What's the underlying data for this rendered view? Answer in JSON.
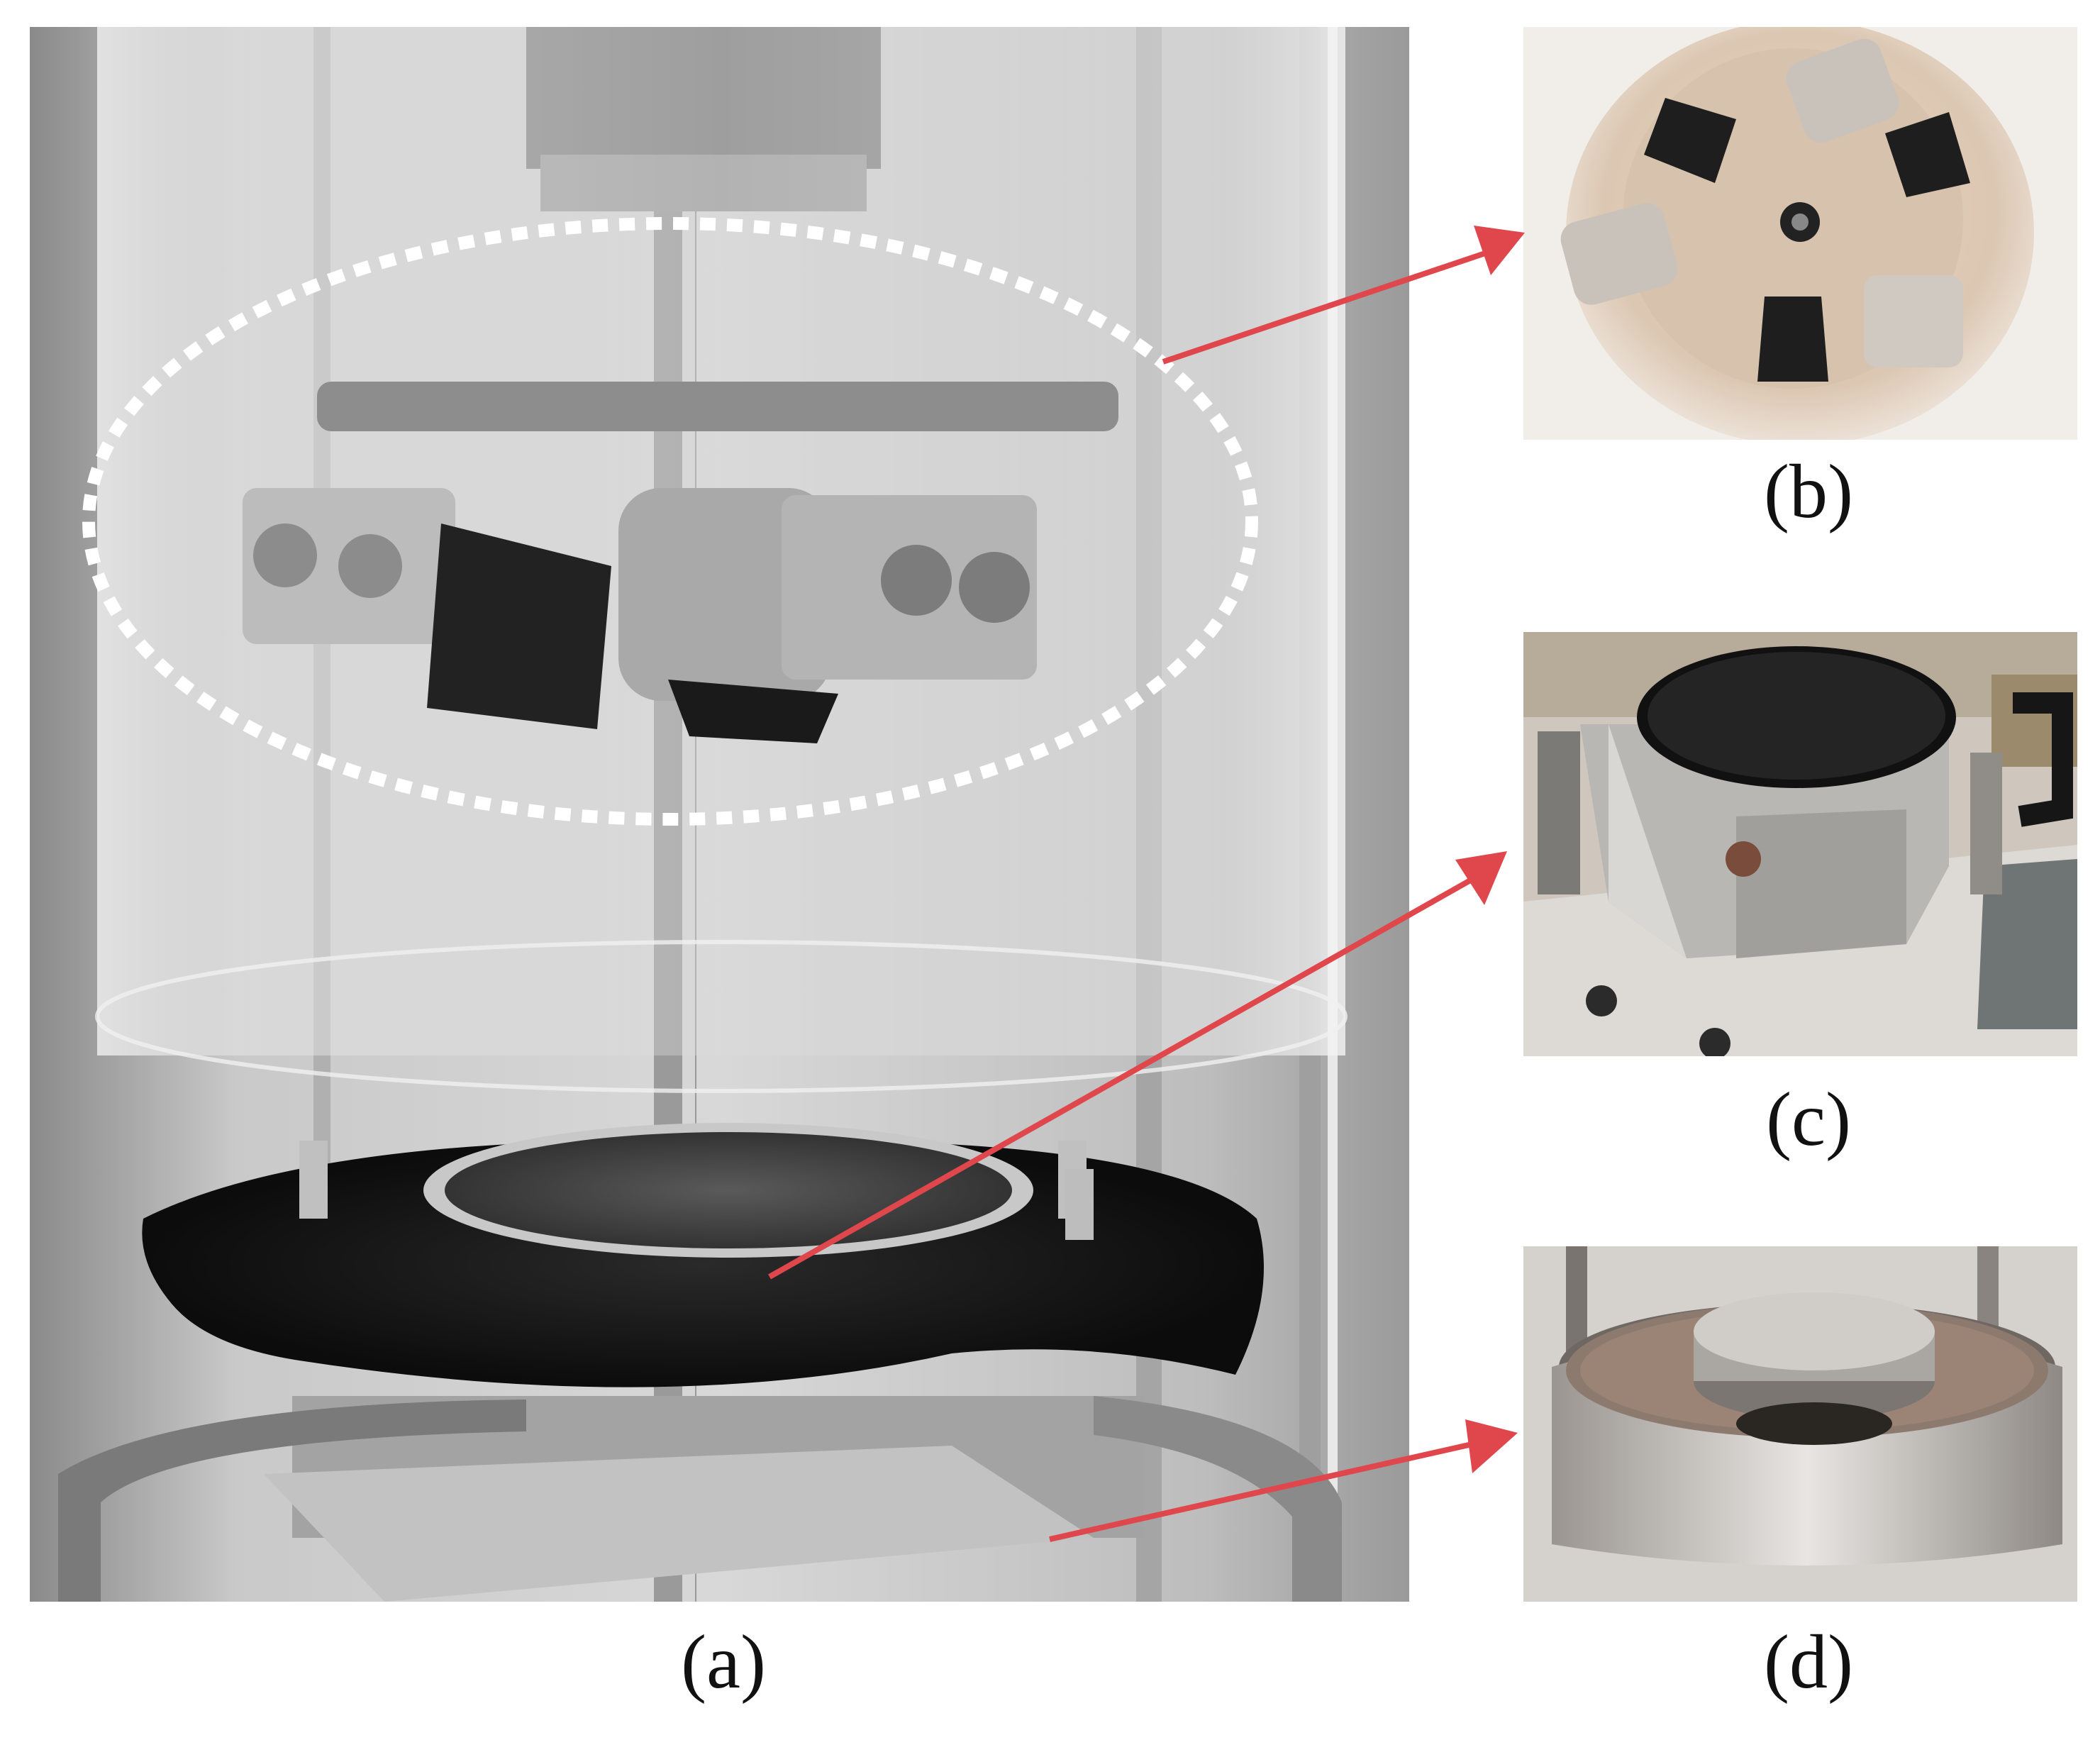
{
  "figure": {
    "panels": [
      {
        "id": "a",
        "label": "(a)",
        "subject": "grayscale-test-apparatus-photo"
      },
      {
        "id": "b",
        "label": "(b)",
        "subject": "wheel-head-top-view-photo"
      },
      {
        "id": "c",
        "label": "(c)",
        "subject": "specimen-mould-photo"
      },
      {
        "id": "d",
        "label": "(d)",
        "subject": "steel-pan-photo"
      }
    ]
  },
  "colors": {
    "arrow": "#e0474c",
    "highlight_ellipse": "#ffffff",
    "background": "#ffffff",
    "caption_text": "#111111"
  },
  "icons": {
    "arrow_b": "arrow-right-icon",
    "arrow_c": "arrow-right-icon",
    "arrow_d": "arrow-right-icon"
  }
}
